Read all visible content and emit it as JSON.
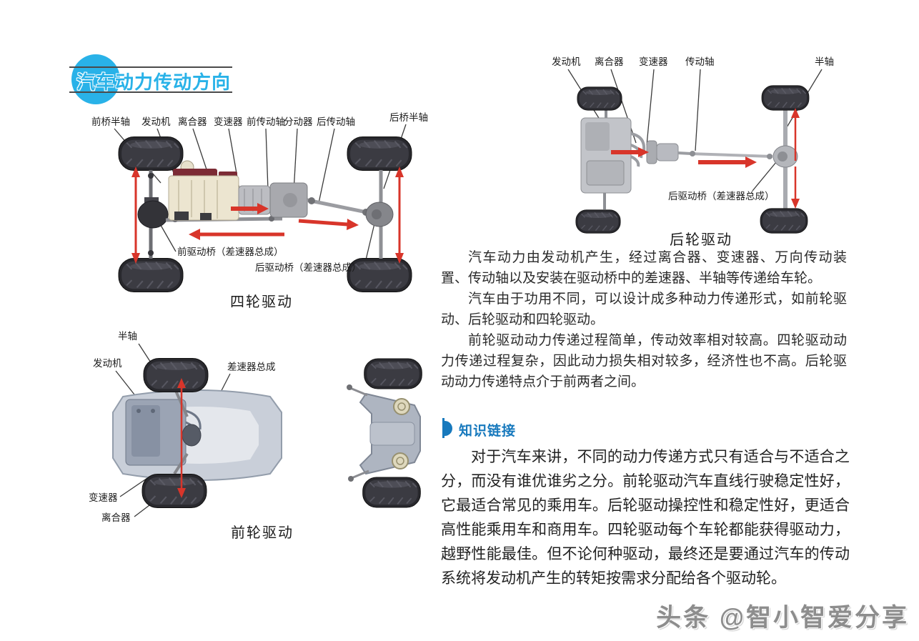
{
  "page": {
    "title": "汽车动力传动方向",
    "watermark": "头条 @智小智爱分享"
  },
  "figures": {
    "four_wheel": {
      "caption": "四轮驱动",
      "labels": {
        "front_axle_halfshaft": "前桥半轴",
        "engine": "发动机",
        "clutch": "离合器",
        "gearbox": "变速器",
        "front_driveshaft": "前传动轴",
        "transfer_case": "分动器",
        "rear_driveshaft": "后传动轴",
        "rear_axle_halfshaft": "后桥半轴",
        "front_drive_axle": "前驱动桥（差速器总成）",
        "rear_drive_axle": "后驱动桥（差速器总成）"
      }
    },
    "front_wheel": {
      "caption": "前轮驱动",
      "labels": {
        "halfshaft": "半轴",
        "engine": "发动机",
        "differential": "差速器总成",
        "gearbox": "变速器",
        "clutch": "离合器"
      }
    },
    "rear_wheel": {
      "caption": "后轮驱动",
      "labels": {
        "engine": "发动机",
        "clutch": "离合器",
        "gearbox": "变速器",
        "driveshaft": "传动轴",
        "halfshaft": "半轴",
        "rear_drive_axle": "后驱动桥（差速器总成）"
      }
    }
  },
  "body_text": {
    "para1": "汽车动力由发动机产生，经过离合器、变速器、万向传动装置、传动轴以及安装在驱动桥中的差速器、半轴等传递给车轮。",
    "para2": "汽车由于功用不同，可以设计成多种动力传递形式，如前轮驱动、后轮驱动和四轮驱动。",
    "para3": "前轮驱动动力传递过程简单，传动效率相对较高。四轮驱动动力传递过程复杂，因此动力损失相对较多，经济性也不高。后轮驱动动力传递特点介于前两者之间。"
  },
  "knowledge": {
    "heading": "知识链接",
    "text": "对于汽车来讲，不同的动力传递方式只有适合与不适合之分，而没有谁优谁劣之分。前轮驱动汽车直线行驶稳定性好，它最适合常见的乘用车。后轮驱动操控性和稳定性好，更适合高性能乘用车和商用车。四轮驱动每个车轮都能获得驱动力，越野性能最佳。但不论何种驱动，最终还是要通过汽车的传动系统将发动机产生的转矩按需求分配给各个驱动轮。"
  },
  "colors": {
    "accent_cyan": "#29b2e8",
    "knowledge_blue": "#1779bd",
    "arrow_red": "#d8352a",
    "text_dark": "#2a2a2a"
  }
}
